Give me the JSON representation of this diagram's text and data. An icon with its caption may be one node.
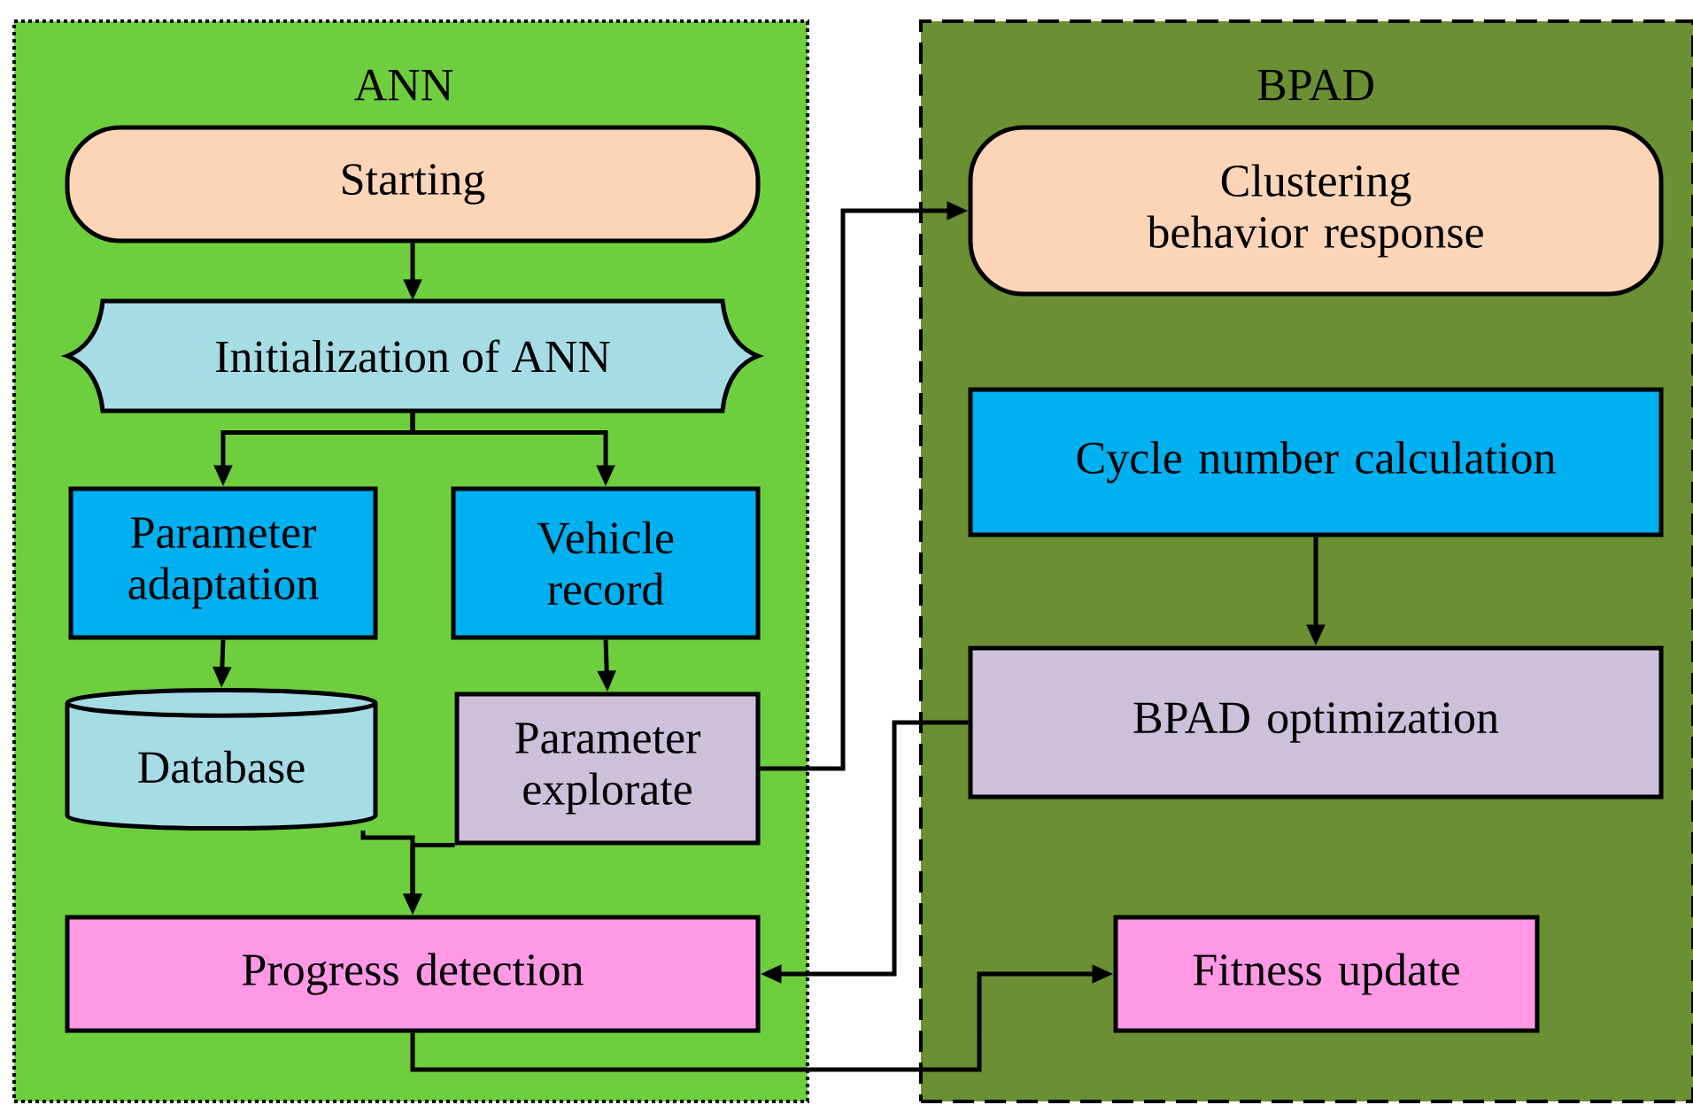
{
  "diagram": {
    "nodes": [
      {
        "text": [
          "ANN"
        ]
      },
      {
        "text": [
          "BPAD"
        ]
      },
      {
        "text": [
          "Starting"
        ],
        "in": 0
      },
      {
        "text": [
          "Initialization of ANN"
        ],
        "in": 0
      },
      {
        "text": [
          "Parameter adaptation"
        ],
        "in": 0
      },
      {
        "text": [
          "Vehicle record"
        ],
        "in": 0
      },
      {
        "text": [
          "Database"
        ],
        "in": 0
      },
      {
        "text": [
          "Parameter explorate"
        ],
        "in": 0
      },
      {
        "text": [
          "Progress detection"
        ],
        "in": 0
      },
      {
        "text": [
          "Clustering behavior response"
        ],
        "in": 1
      },
      {
        "text": [
          "Cycle number calculation"
        ],
        "in": 1
      },
      {
        "text": [
          "BPAD optimization"
        ],
        "in": 1
      },
      {
        "text": [
          "Fitness update"
        ],
        "in": 1
      }
    ],
    "edges": [
      {
        "from": 2,
        "to": 3,
        "arrow": "to"
      },
      {
        "from": 3,
        "to": 4,
        "arrow": "to"
      },
      {
        "from": 3,
        "to": 5,
        "arrow": "to"
      },
      {
        "from": 4,
        "to": 6,
        "arrow": "to"
      },
      {
        "from": 5,
        "to": 7,
        "arrow": "to"
      },
      {
        "from": 6,
        "to": 8,
        "arrow": "to"
      },
      {
        "from": 7,
        "to": 8,
        "arrow": "to"
      },
      {
        "from": 7,
        "to": 9,
        "arrow": "to"
      },
      {
        "from": 10,
        "to": 11,
        "arrow": "to"
      },
      {
        "from": 11,
        "to": 8,
        "arrow": "to"
      },
      {
        "from": 8,
        "to": 12,
        "arrow": "to"
      }
    ]
  }
}
